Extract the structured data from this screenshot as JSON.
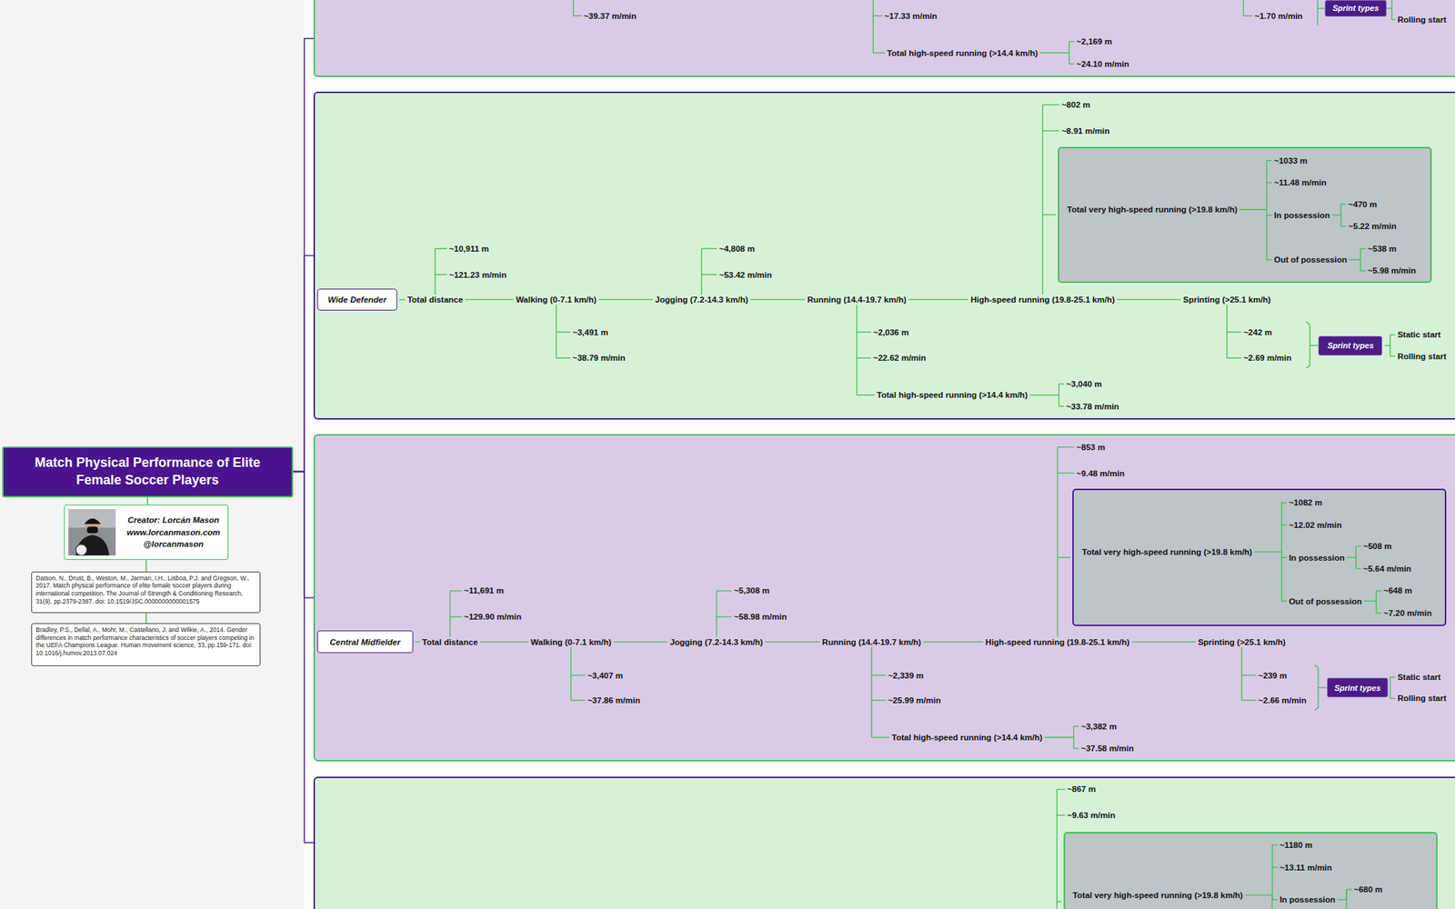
{
  "diagram": {
    "nodes": [
      {
        "text": [
          "Match Physical Performance of Elite Female Soccer Players"
        ]
      },
      {
        "text": [
          "Creator: Lorcán Mason",
          "www.lorcanmason.com",
          "@lorcanmason"
        ]
      },
      {
        "text": [
          "Datson, N., Drust, B., Weston, M., Jarman, I.H., Lisboa, P.J. and Gregson, W., 2017. Match physical performance of elite female soccer players during international competition. The Journal of Strength & Conditioning Research, 31(9), pp.2379-2387. doi: 10.1519/JSC.0000000000001575"
        ]
      },
      {
        "text": [
          "Bradley, P.S., Dellal, A., Mohr, M., Castellano, J. and Wilkie, A., 2014. Gender differences in match performance characteristics of soccer players competing in the UEFA Champions League. Human movement science, 33, pp.159-171. doi: 10.1016/j.humov.2013.07.024"
        ]
      },
      {
        "text": [
          "~39.37 m/min",
          "~17.33 m/min",
          "Total high-speed running (>14.4 km/h)",
          "~2,169 m",
          "~24.10 m/min",
          "~1.70 m/min",
          "Rolling start"
        ]
      },
      {
        "text": [
          "Sprint types"
        ],
        "in": 4
      },
      {
        "text": [
          "Total distance",
          "~10,911 m",
          "~121.23 m/min",
          "Walking (0-7.1 km/h)",
          "~3,491 m",
          "~38.79 m/min",
          "Jogging (7.2-14.3 km/h)",
          "~4,808 m",
          "~53.42 m/min",
          "Running (14.4-19.7 km/h)",
          "~2,036 m",
          "~22.62 m/min",
          "Total high-speed running (>14.4 km/h)",
          "~3,040 m",
          "~33.78 m/min",
          "High-speed running (19.8-25.1 km/h)",
          "~802 m",
          "~8.91 m/min",
          "Sprinting (>25.1 km/h)",
          "~242 m",
          "~2.69 m/min",
          "Static start",
          "Rolling start"
        ]
      },
      {
        "text": [
          "Wide Defender"
        ],
        "in": 6
      },
      {
        "text": [
          "Total very high-speed running (>19.8 km/h)",
          "~1033 m",
          "~11.48 m/min",
          "In possession",
          "~470 m",
          "~5.22 m/min",
          "Out of possession",
          "~538 m",
          "~5.98 m/min"
        ],
        "in": 6
      },
      {
        "text": [
          "Sprint types"
        ],
        "in": 6
      },
      {
        "text": [
          "Total distance",
          "~11,691 m",
          "~129.90 m/min",
          "Walking (0-7.1 km/h)",
          "~3,407 m",
          "~37.86 m/min",
          "Jogging (7.2-14.3 km/h)",
          "~5,308 m",
          "~58.98 m/min",
          "Running (14.4-19.7 km/h)",
          "~2,339 m",
          "~25.99 m/min",
          "Total high-speed running (>14.4 km/h)",
          "~3,382 m",
          "~37.58 m/min",
          "High-speed running (19.8-25.1 km/h)",
          "~853 m",
          "~9.48 m/min",
          "Sprinting (>25.1 km/h)",
          "~239 m",
          "~2.66 m/min",
          "Static start",
          "Rolling start"
        ]
      },
      {
        "text": [
          "Central Midfielder"
        ],
        "in": 10
      },
      {
        "text": [
          "Total very high-speed running (>19.8 km/h)",
          "~1082 m",
          "~12.02 m/min",
          "In possession",
          "~508 m",
          "~5.64 m/min",
          "Out of possession",
          "~648 m",
          "~7.20 m/min"
        ],
        "in": 10
      },
      {
        "text": [
          "Sprint types"
        ],
        "in": 10
      },
      {
        "text": [
          "~867 m",
          "~9.63 m/min"
        ]
      },
      {
        "text": [
          "Total very high-speed running (>19.8 km/h)",
          "~1180 m",
          "~13.11 m/min",
          "In possession",
          "~680 m"
        ],
        "in": 14
      }
    ],
    "edges": [
      {
        "from": 0,
        "to": 1,
        "arrow": "none"
      },
      {
        "from": 1,
        "to": 2,
        "arrow": "none"
      },
      {
        "from": 2,
        "to": 3,
        "arrow": "none"
      },
      {
        "from": 0,
        "to": 4,
        "arrow": "none"
      },
      {
        "from": 0,
        "to": 6,
        "arrow": "none"
      },
      {
        "from": 0,
        "to": 10,
        "arrow": "none"
      },
      {
        "from": 0,
        "to": 14,
        "arrow": "none"
      }
    ]
  }
}
